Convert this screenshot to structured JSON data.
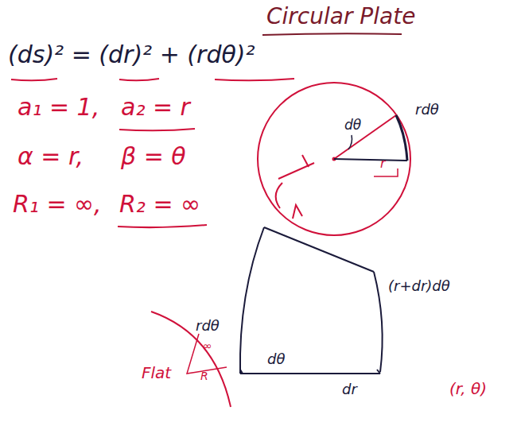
{
  "diagram": {
    "title": "Circular Plate",
    "labels": [
      "(ds)² = (dr)² + (rdθ)²",
      "a₁ = 1,",
      "a₂ = r",
      "α = r,",
      "β = θ",
      "R₁ = ∞,",
      "R₂ = ∞",
      "dθ",
      "r",
      "rdθ",
      "(r+dr)dθ",
      "dθ",
      "rdθ",
      "dr",
      "(r, θ)",
      "Flat",
      "∞",
      "R"
    ]
  }
}
